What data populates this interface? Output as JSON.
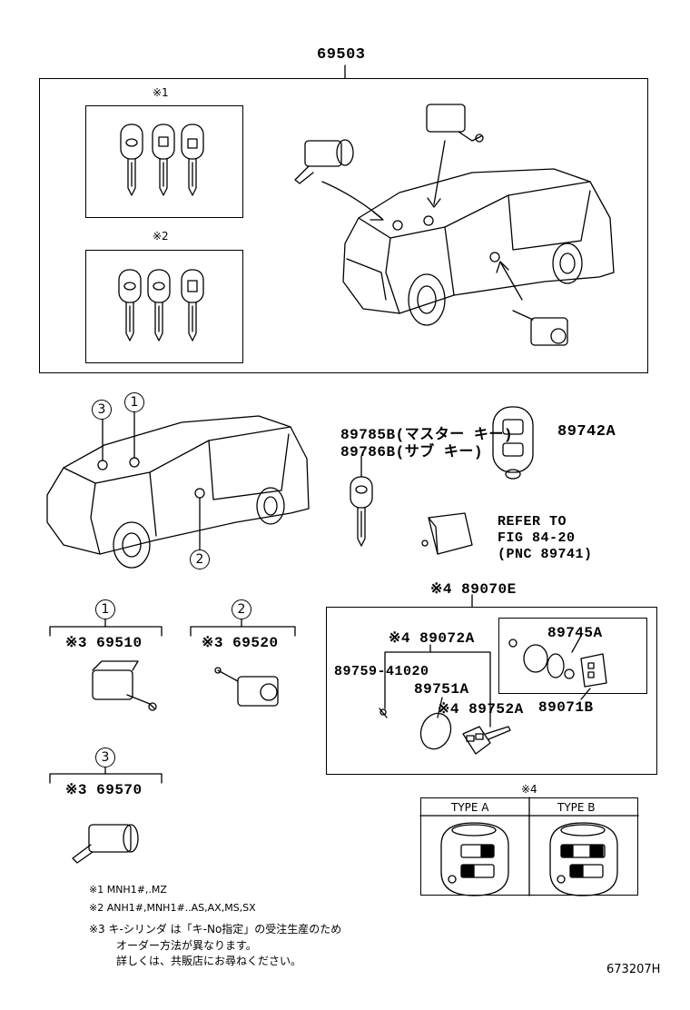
{
  "main_part": "69503",
  "note_marks": {
    "n1": "※1",
    "n2": "※2",
    "n4": "※4"
  },
  "circle_labels": {
    "c1": "1",
    "c2": "2",
    "c3": "3"
  },
  "labels": {
    "p89785b": "89785B(マスター キー)",
    "p89786b": "89786B(サブ キー)",
    "p89742a": "89742A",
    "refer1": "REFER TO",
    "refer2": "FIG 84-20",
    "refer3": "(PNC 89741)",
    "p89070e": "※4 89070E",
    "p69510": "※3 69510",
    "p69520": "※3 69520",
    "p69570": "※3 69570",
    "p89072a": "※4 89072A",
    "p89759": "89759-41020",
    "p89751a": "89751A",
    "p89752a": "※4 89752A",
    "p89745a": "89745A",
    "p89071b": "89071B"
  },
  "types": {
    "a": "TYPE A",
    "b": "TYPE B"
  },
  "notes": {
    "n1": "※1 MNH1#,.MZ",
    "n2": "※2 ANH1#,MNH1#..AS,AX,MS,SX",
    "n3a": "※3 キ-シリンダ は「キ-No指定」の受注生産のため",
    "n3b": "オーダー方法が異なります。",
    "n3c": "詳しくは、共販店にお尋ねください。"
  },
  "figure_code": "673207H"
}
